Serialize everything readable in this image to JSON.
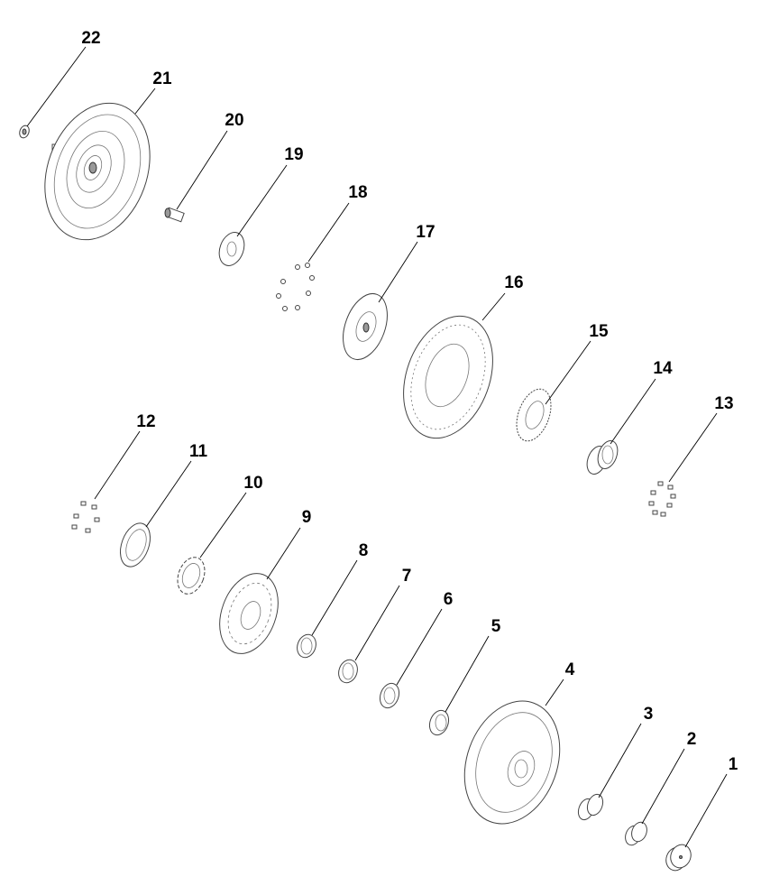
{
  "diagram": {
    "type": "exploded-parts-view",
    "callouts": [
      "1",
      "2",
      "3",
      "4",
      "5",
      "6",
      "7",
      "8",
      "9",
      "10",
      "11",
      "12",
      "13",
      "14",
      "15",
      "16",
      "17",
      "18",
      "19",
      "20",
      "21",
      "22"
    ]
  }
}
